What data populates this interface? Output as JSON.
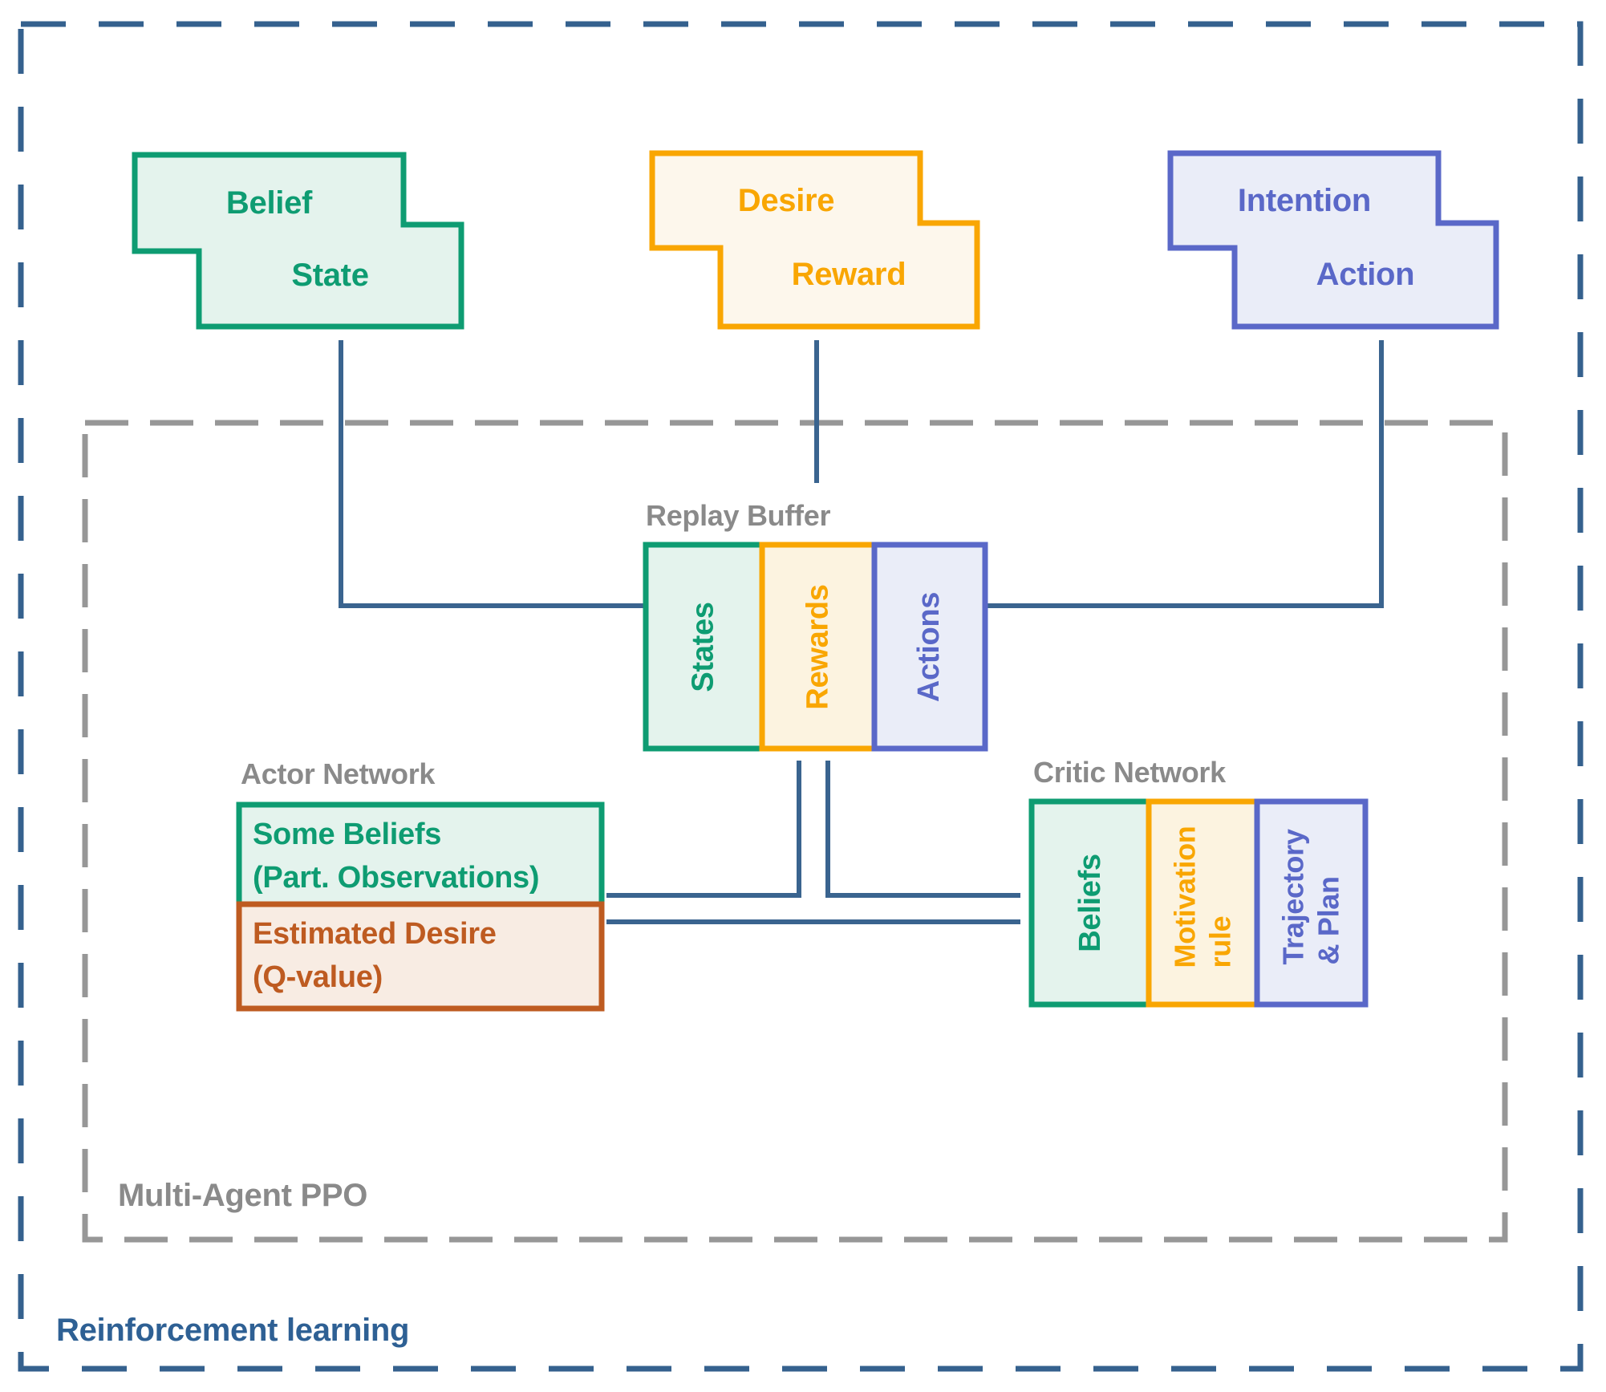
{
  "outer": {
    "label": "Reinforcement learning"
  },
  "ppo": {
    "label": "Multi-Agent PPO"
  },
  "bdi_boxes": {
    "belief": {
      "top": "Belief",
      "bottom": "State"
    },
    "desire": {
      "top": "Desire",
      "bottom": "Reward"
    },
    "intention": {
      "top": "Intention",
      "bottom": "Action"
    }
  },
  "replay_buffer": {
    "label": "Replay Buffer",
    "columns": [
      {
        "label": "States"
      },
      {
        "label": "Rewards"
      },
      {
        "label": "Actions"
      }
    ]
  },
  "actor": {
    "label": "Actor Network",
    "beliefs": {
      "line1": "Some Beliefs",
      "line2": "(Part. Observations)"
    },
    "desire": {
      "line1": "Estimated Desire",
      "line2": "(Q-value)"
    }
  },
  "critic": {
    "label": "Critic Network",
    "columns": [
      {
        "label": "Beliefs"
      },
      {
        "label": "Motivation rule"
      },
      {
        "label": "Trajectory & Plan"
      }
    ]
  },
  "colors": {
    "green": "#0E9C72",
    "green_fill": "#E4F3ED",
    "orange": "#F9A602",
    "orange_fill": "#FCF3E0",
    "orange_fill_light": "#FDF7EC",
    "blue": "#5A68C8",
    "blue_fill": "#EAEDF8",
    "rust": "#BE5B21",
    "rust_fill": "#F8ECE3",
    "connector": "#3A648F",
    "outer_border": "#35618E",
    "inner_border": "#979797",
    "gray_label": "#8A8A8A",
    "rl_label": "#2E6094"
  }
}
